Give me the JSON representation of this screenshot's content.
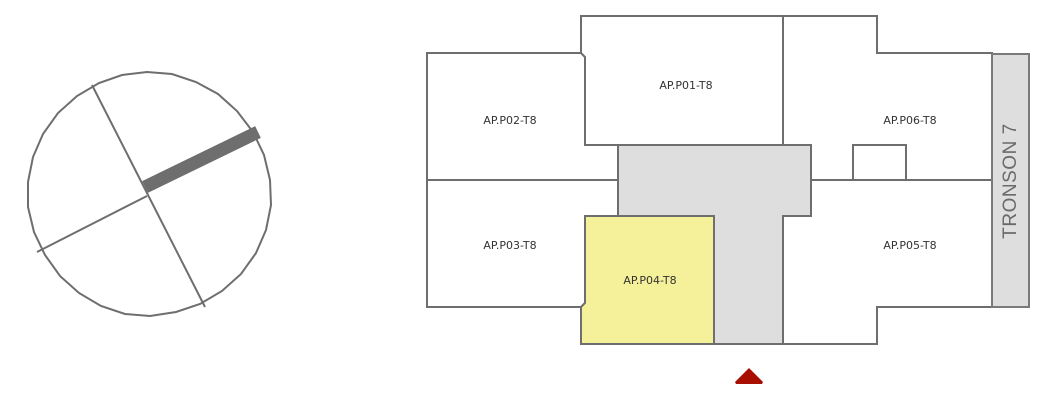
{
  "compass": {
    "icon": "compass-orientation-icon",
    "ring_color": "#6e6e6e",
    "needle_color": "#6e6e6e"
  },
  "floorplan": {
    "units": [
      {
        "id": "AP.P01-T8",
        "label": "AP.P01-T8",
        "selected": false
      },
      {
        "id": "AP.P02-T8",
        "label": "AP.P02-T8",
        "selected": false
      },
      {
        "id": "AP.P03-T8",
        "label": "AP.P03-T8",
        "selected": false
      },
      {
        "id": "AP.P04-T8",
        "label": "AP.P04-T8",
        "selected": true
      },
      {
        "id": "AP.P05-T8",
        "label": "AP.P05-T8",
        "selected": false
      },
      {
        "id": "AP.P06-T8",
        "label": "AP.P06-T8",
        "selected": false
      }
    ],
    "tronson": {
      "label": "TRONSON 7"
    },
    "entrance": {
      "icon": "entrance-arrow-icon",
      "color": "#a80f00"
    },
    "colors": {
      "selected_fill": "#f4f19a",
      "common_area_fill": "#dedede",
      "unit_fill": "#ffffff",
      "outline": "#6e6e6e"
    }
  }
}
